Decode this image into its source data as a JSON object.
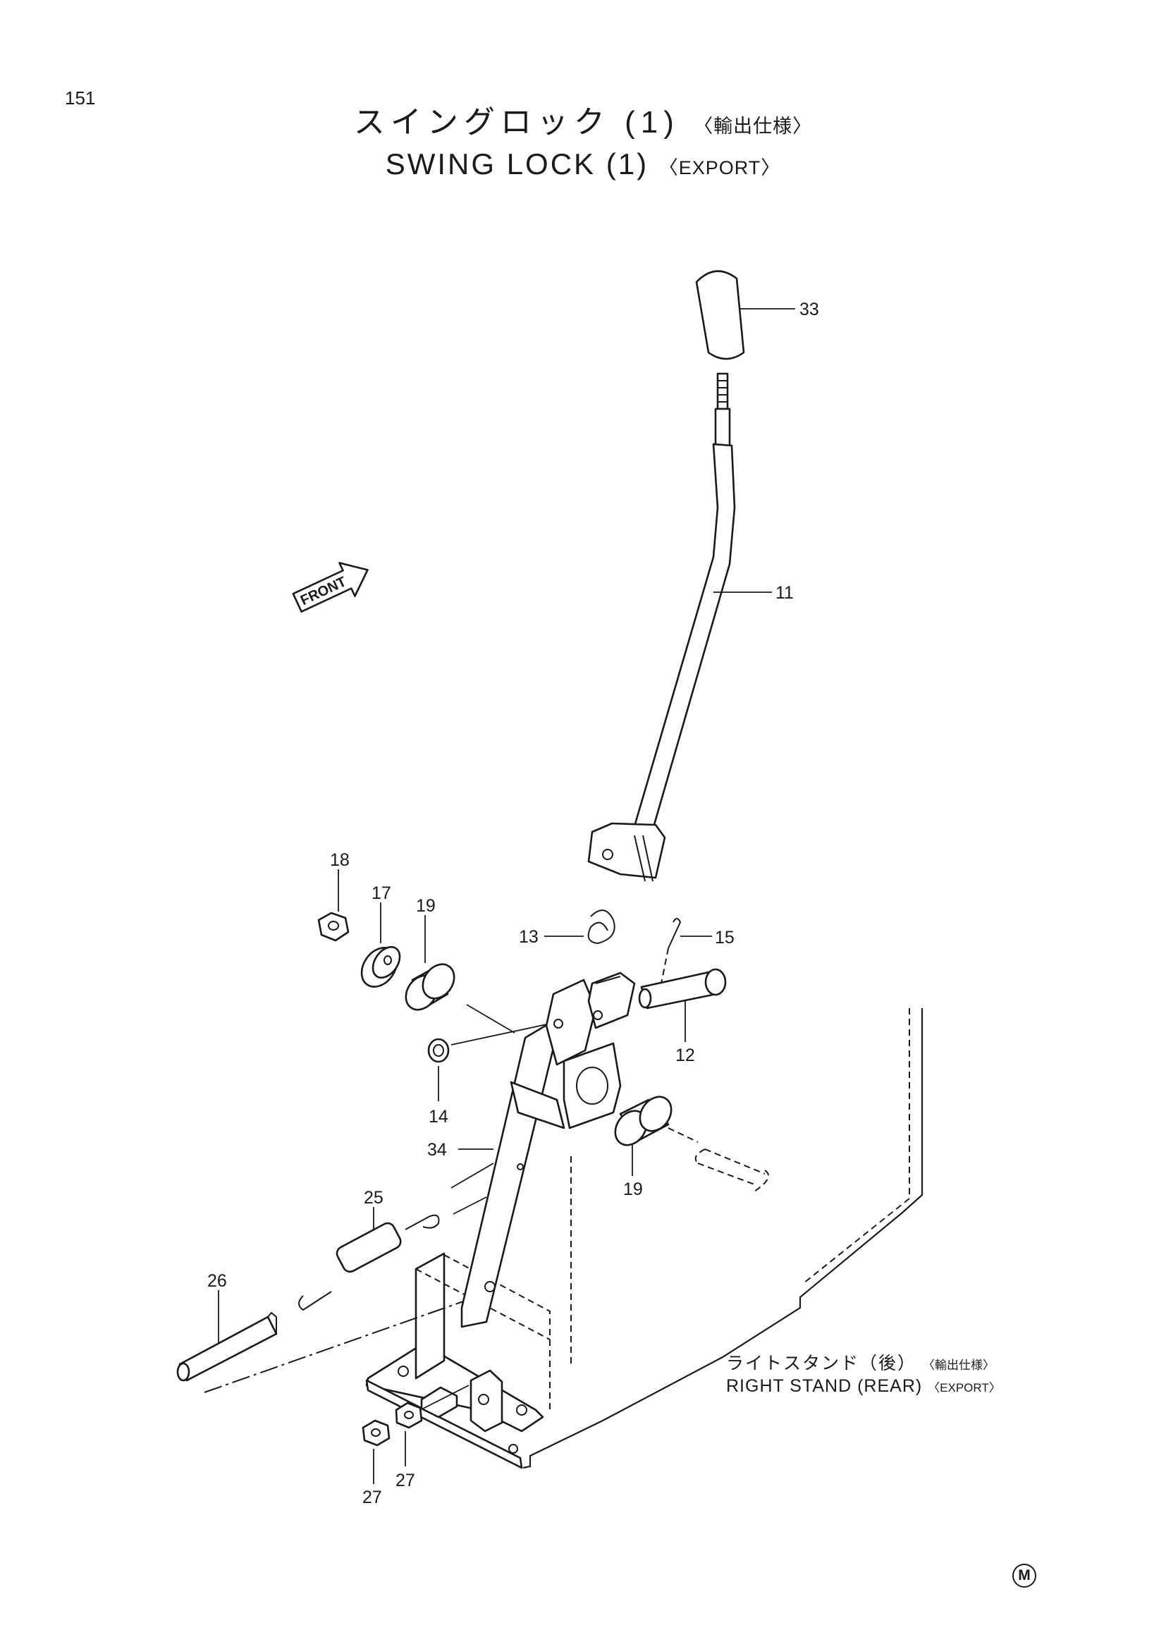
{
  "page_number": "151",
  "title": {
    "jp_main": "スイングロック (1)",
    "jp_sub": "〈輸出仕様〉",
    "en_main": "SWING LOCK (1)",
    "en_sub": "〈EXPORT〉"
  },
  "direction_label": "FRONT",
  "callouts": {
    "p33": "33",
    "p11": "11",
    "p18": "18",
    "p17": "17",
    "p19a": "19",
    "p13": "13",
    "p15": "15",
    "p12": "12",
    "p14": "14",
    "p34": "34",
    "p19b": "19",
    "p25": "25",
    "p26": "26",
    "p27a": "27",
    "p27b": "27"
  },
  "stand_note": {
    "jp_main": "ライトスタンド（後）",
    "jp_sub": "〈輸出仕様〉",
    "en_main": "RIGHT STAND (REAR)",
    "en_sub": "〈EXPORT〉"
  },
  "corner_mark": "M"
}
